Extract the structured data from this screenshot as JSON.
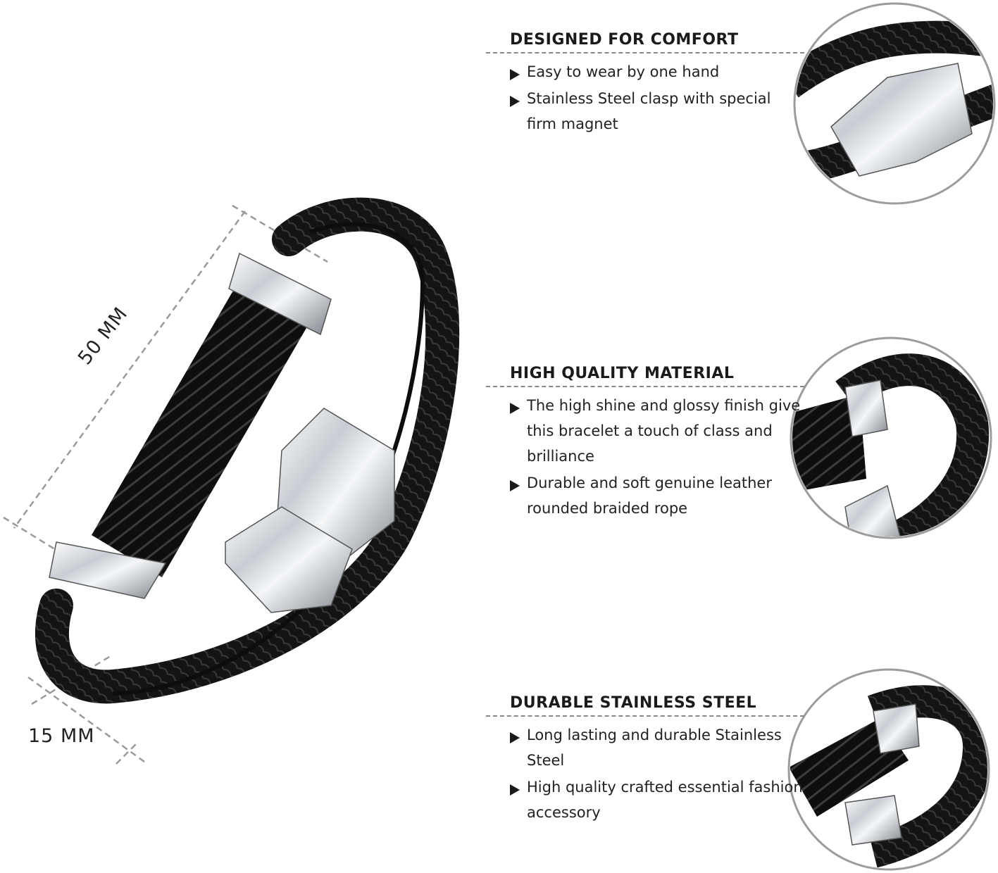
{
  "dimensions": {
    "length_label": "50 MM",
    "width_label": "15 MM"
  },
  "features": [
    {
      "heading": "DESIGNED FOR COMFORT",
      "bullets": [
        "Easy to wear by one hand",
        "Stainless Steel clasp with special firm magnet"
      ]
    },
    {
      "heading": "HIGH QUALITY MATERIAL",
      "bullets": [
        "The high shine and glossy finish give this bracelet a touch of class and brilliance",
        "Durable and soft genuine leather rounded braided rope"
      ]
    },
    {
      "heading": "DURABLE STAINLESS STEEL",
      "bullets": [
        "Long lasting and durable Stainless Steel",
        "High quality crafted essential fashion accessory"
      ]
    }
  ],
  "colors": {
    "leather": "#111111",
    "steel": "#d9dde2",
    "dash": "#9a9a9a",
    "text": "#1a1a1a"
  }
}
